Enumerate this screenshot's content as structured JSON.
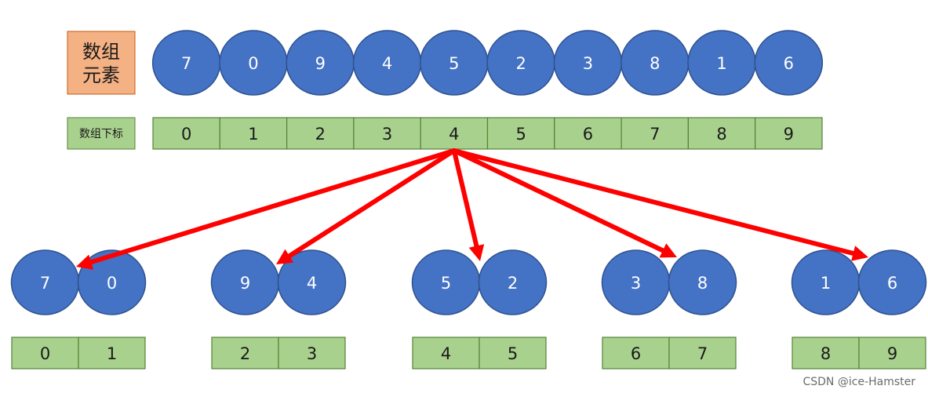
{
  "labels": {
    "elements_line1": "数组",
    "elements_line2": "元素",
    "indices": "数组下标"
  },
  "array": {
    "values": [
      "7",
      "0",
      "9",
      "4",
      "5",
      "2",
      "3",
      "8",
      "1",
      "6"
    ],
    "indices": [
      "0",
      "1",
      "2",
      "3",
      "4",
      "5",
      "6",
      "7",
      "8",
      "9"
    ]
  },
  "groups": [
    {
      "values": [
        "7",
        "0"
      ],
      "indices": [
        "0",
        "1"
      ]
    },
    {
      "values": [
        "9",
        "4"
      ],
      "indices": [
        "2",
        "3"
      ]
    },
    {
      "values": [
        "5",
        "2"
      ],
      "indices": [
        "4",
        "5"
      ]
    },
    {
      "values": [
        "3",
        "8"
      ],
      "indices": [
        "6",
        "7"
      ]
    },
    {
      "values": [
        "1",
        "6"
      ],
      "indices": [
        "8",
        "9"
      ]
    }
  ],
  "arrows": {
    "source_index": 4
  },
  "watermark": "CSDN @ice-Hamster",
  "colors": {
    "circle_fill": "#4472c4",
    "cell_fill": "#a9d18e",
    "label_box_fill": "#f4b183",
    "arrow": "#ff0000"
  }
}
